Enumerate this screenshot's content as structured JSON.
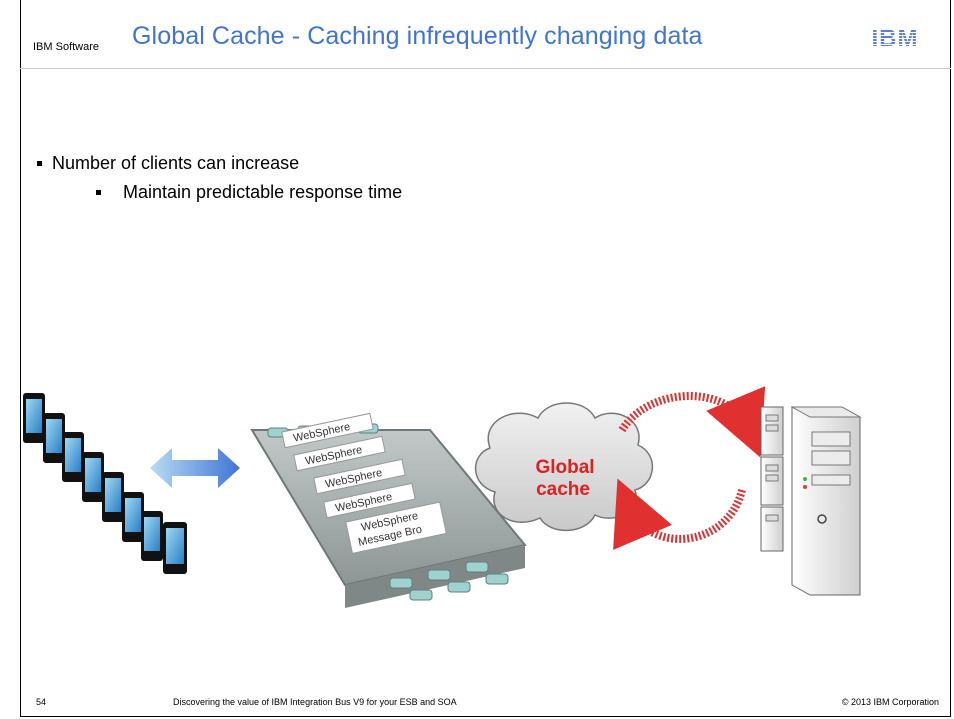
{
  "header": {
    "brand": "IBM Software",
    "title": "Global Cache - Caching infrequently changing data",
    "logo_text": "IBM",
    "title_color": "#3f74d6"
  },
  "bullets": {
    "level1": "Number of clients can increase",
    "level2": "Maintain predictable response time"
  },
  "diagram": {
    "broker_label_line1": "WebSphere",
    "broker_label_line2": "Message Bro",
    "cloud_label_line1": "Global",
    "cloud_label_line2": "cache",
    "cloud_text_color": "#e02020",
    "arrow_color": "#e03030"
  },
  "footer": {
    "page_number": "54",
    "center_text": "Discovering the value of IBM Integration Bus V9 for your ESB and SOA",
    "copyright": "© 2013 IBM Corporation"
  }
}
